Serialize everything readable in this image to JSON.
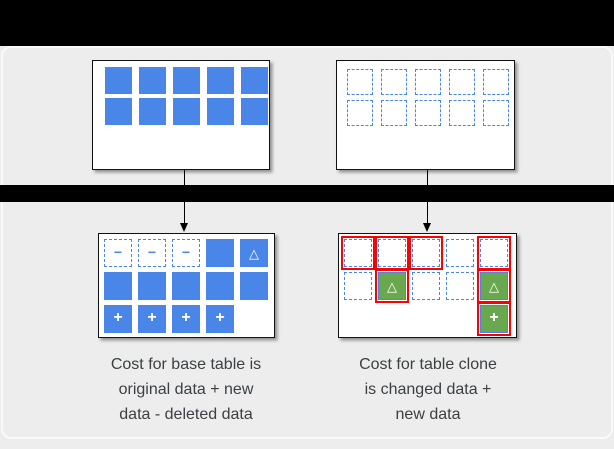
{
  "colors": {
    "blue": "#4a86e8",
    "green": "#6aa84f",
    "red": "#ff0000",
    "text": "#3c4043",
    "band": "#000000",
    "background": "#ededed",
    "box_background": "#ffffff",
    "box_border": "#111111"
  },
  "symbols": {
    "minus": "−",
    "delta": "△",
    "plus": "+"
  },
  "boxes": {
    "base_table_before": {
      "rows": [
        [
          "solid",
          "solid",
          "solid",
          "solid",
          "solid"
        ],
        [
          "solid",
          "solid",
          "solid",
          "solid",
          "solid"
        ]
      ]
    },
    "clone_table_before": {
      "rows": [
        [
          "dashed",
          "dashed",
          "dashed",
          "dashed",
          "dashed"
        ],
        [
          "dashed",
          "dashed",
          "dashed",
          "dashed",
          "dashed"
        ]
      ]
    },
    "base_table_after": {
      "rows": [
        [
          "dashed-minus",
          "dashed-minus",
          "dashed-minus",
          "solid",
          "solid-delta"
        ],
        [
          "solid",
          "solid",
          "solid",
          "solid",
          "solid"
        ],
        [
          "solid-plus",
          "solid-plus",
          "solid-plus",
          "solid-plus",
          "none"
        ]
      ]
    },
    "clone_table_after": {
      "rows": [
        [
          "dashed-red",
          "dashed-red",
          "dashed-red",
          "dashed",
          "dashed-red"
        ],
        [
          "dashed",
          "green-delta-red",
          "dashed",
          "dashed",
          "green-delta-red"
        ],
        [
          "none",
          "none",
          "none",
          "none",
          "green-plus-red"
        ]
      ]
    }
  },
  "captions": {
    "base": {
      "lines": [
        "Cost for base table is",
        "original data + new",
        "data - deleted data"
      ]
    },
    "clone": {
      "lines": [
        "Cost for table clone",
        "is changed data +",
        "new data"
      ]
    }
  }
}
